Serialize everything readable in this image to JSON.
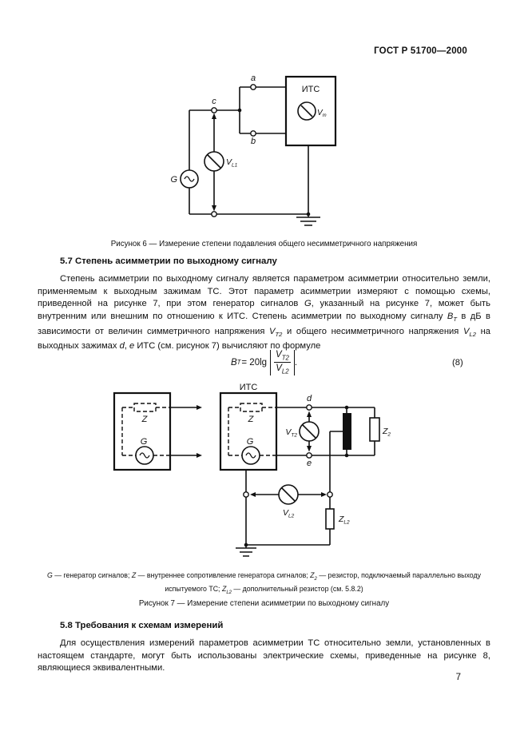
{
  "header": {
    "title": "ГОСТ Р 51700—2000"
  },
  "page_number": "7",
  "fig6": {
    "caption": "Рисунок 6 — Измерение степени подавления общего несимметричного напряжения",
    "its": "ИТС",
    "v_main": "V",
    "v_sub": "т",
    "terminal_a": "a",
    "terminal_b": "b",
    "terminal_c": "c",
    "generator": "G",
    "vl1_main": "V",
    "vl1_sub": "L1"
  },
  "section57": {
    "heading": "5.7 Степень асимметрии по выходному сигналу",
    "para_segments": [
      {
        "t": "Степень асимметрии по выходному сигналу является параметром асимметрии относительно земли, применяемым к выходным зажимам ТС. Этот параметр асимметрии измеряют с помощью схемы, приведенной на рисунке 7, при этом генератор сигналов "
      },
      {
        "t": "G",
        "i": true
      },
      {
        "t": ", указанный на рисунке 7, может быть внутренним или внешним по отношению к ИТС. Степень асимметрии по выходному сигналу "
      },
      {
        "t": "B",
        "i": true
      },
      {
        "t": "Т",
        "sub": true,
        "i": true
      },
      {
        "t": " в дБ в зависимости от величин симметричного напряжения "
      },
      {
        "t": "V",
        "i": true
      },
      {
        "t": "Т2",
        "sub": true,
        "i": true
      },
      {
        "t": " и общего несимметричного напряжения "
      },
      {
        "t": "V",
        "i": true
      },
      {
        "t": "L2",
        "sub": true,
        "i": true
      },
      {
        "t": " на выходных зажимах "
      },
      {
        "t": "d",
        "i": true
      },
      {
        "t": ", "
      },
      {
        "t": "e",
        "i": true
      },
      {
        "t": " ИТС (см. рисунок 7) вычисляют по формуле"
      }
    ]
  },
  "formula": {
    "lhs_main": "B",
    "lhs_sub": "Т",
    "op": "= 20lg",
    "num_main": "V",
    "num_sub": "Т2",
    "den_main": "V",
    "den_sub": "L2",
    "tail": ".",
    "number": "(8)"
  },
  "fig7": {
    "caption": "Рисунок 7 — Измерение степени асимметрии по выходному сигналу",
    "its": "ИТС",
    "z": "Z",
    "g": "G",
    "terminal_d": "d",
    "terminal_e": "e",
    "vt2_main": "V",
    "vt2_sub": "Т2",
    "z2_main": "Z",
    "z2_sub": "2",
    "vl2_main": "V",
    "vl2_sub": "L2",
    "zl2_main": "Z",
    "zl2_sub": "L2",
    "footnote_segments": [
      {
        "t": "G",
        "i": true
      },
      {
        "t": " — генератор сигналов; "
      },
      {
        "t": "Z",
        "i": true
      },
      {
        "t": " — внутреннее сопротивление генератора сигналов; "
      },
      {
        "t": "Z",
        "i": true
      },
      {
        "t": "2",
        "sub": true,
        "i": true
      },
      {
        "t": " — резистор, подключаемый параллельно выходу испытуемого ТС; "
      },
      {
        "t": "Z",
        "i": true
      },
      {
        "t": "L2",
        "sub": true,
        "i": true
      },
      {
        "t": " — дополнительный резистор (см. 5.8.2)"
      }
    ]
  },
  "section58": {
    "heading": "5.8 Требования к схемам измерений",
    "para": "Для осуществления измерений параметров асимметрии ТС относительно земли, установленных в настоящем стандарте, могут быть использованы электрические схемы, приведенные на рисунке 8, являющиеся эквивалентными."
  }
}
